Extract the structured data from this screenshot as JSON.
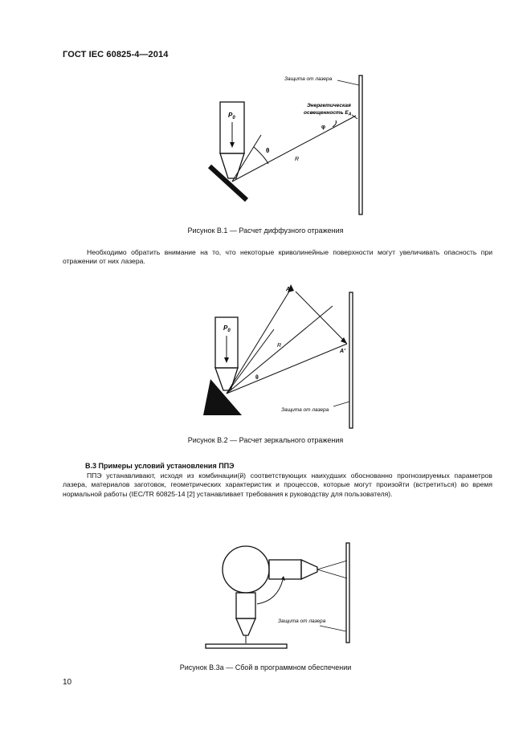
{
  "header": {
    "title": "ГОСТ IEC 60825-4—2014"
  },
  "figure1": {
    "caption": "Рисунок В.1 — Расчет диффузного отражения",
    "label_guard": "Защита от лазера",
    "label_energy_line1": "Энергетическая",
    "label_energy_line2": "освещенность E",
    "label_energy_sub": "A",
    "label_p": "P",
    "label_p_sub": "0",
    "label_theta": "θ",
    "label_phi": "φ",
    "label_r": "R"
  },
  "paragraph1": "Необходимо обратить внимание на то, что некоторые криволинейные поверхности могут увеличивать опасность при отражении от них лазера.",
  "figure2": {
    "caption": "Рисунок В.2 — Расчет зеркального отражения",
    "label_guard": "Защита от лазера",
    "label_p": "P",
    "label_p_sub": "0",
    "label_a": "A",
    "label_a_prime": "A'",
    "label_r": "R",
    "label_theta": "θ"
  },
  "section": {
    "heading": "В.3 Примеры условий установления ППЭ",
    "text": "ППЭ устанавливают, исходя из комбинации(й) соответствующих наихудших обоснованно прогнозируемых параметров лазера, материалов заготовок, геометрических характеристик и процессов, которые могут произойти (встретиться) во время нормальной работы (IEC/TR 60825-14 [2] устанавливает требования к руководству для пользователя)."
  },
  "figure3": {
    "caption": "Рисунок В.3а — Сбой в программном обеспечении",
    "label_guard": "Защита от лазера"
  },
  "page_number": "10"
}
